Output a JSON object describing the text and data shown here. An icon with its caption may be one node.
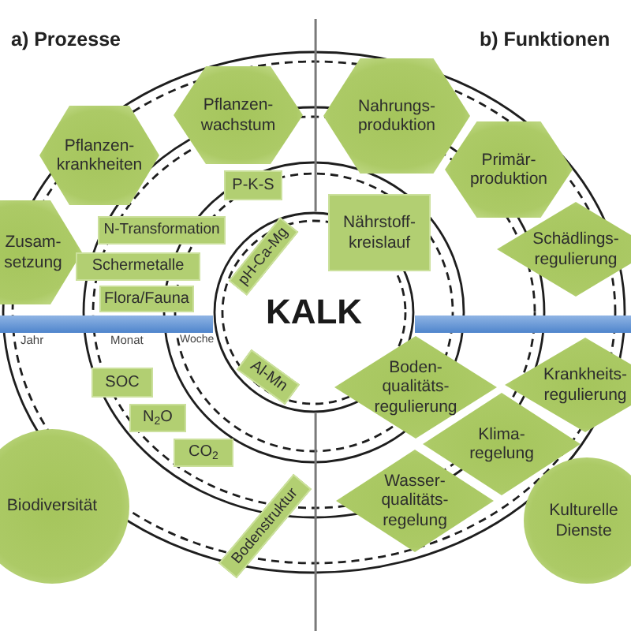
{
  "diagram": {
    "nodes": [
      {
        "text": [
          "Pflanzen- wachstum"
        ]
      },
      {
        "text": [
          "Pflanzen- krankheiten"
        ]
      },
      {
        "text": [
          "P-K-S"
        ]
      },
      {
        "text": [
          "Zusam- setzung"
        ]
      },
      {
        "text": [
          "N-Transformation"
        ]
      },
      {
        "text": [
          "Schermetalle"
        ]
      },
      {
        "text": [
          "Flora/Fauna"
        ]
      },
      {
        "text": [
          "SOC"
        ]
      },
      {
        "text": [
          "N$_{2}$O"
        ]
      },
      {
        "text": [
          "CO$_{2}$"
        ]
      },
      {
        "text": [
          "Biodiversität"
        ]
      },
      {
        "text": [
          "Bodenstruktur"
        ]
      },
      {
        "text": [
          "KALK"
        ]
      },
      {
        "text": [
          "pH-Ca-Mg"
        ],
        "in": 12
      },
      {
        "text": [
          "Al-Mn"
        ],
        "in": 12
      },
      {
        "text": [
          "Nahrungs- produktion"
        ]
      },
      {
        "text": [
          "Primär- produktion"
        ]
      },
      {
        "text": [
          "Nährstoff- kreislauf"
        ]
      },
      {
        "text": [
          "Schädlings- regulierung"
        ]
      },
      {
        "text": [
          "Boden- qualitäts- regulierung"
        ]
      },
      {
        "text": [
          "Krankheits- regulierung"
        ]
      },
      {
        "text": [
          "Klima- regelung"
        ]
      },
      {
        "text": [
          "Wasser- qualitäts- regelung"
        ]
      },
      {
        "text": [
          "Kulturelle Dienste"
        ]
      }
    ],
    "labels": [
      "a) Prozesse",
      "b) Funktionen",
      "Jahr",
      "Monat",
      "Woche"
    ]
  }
}
